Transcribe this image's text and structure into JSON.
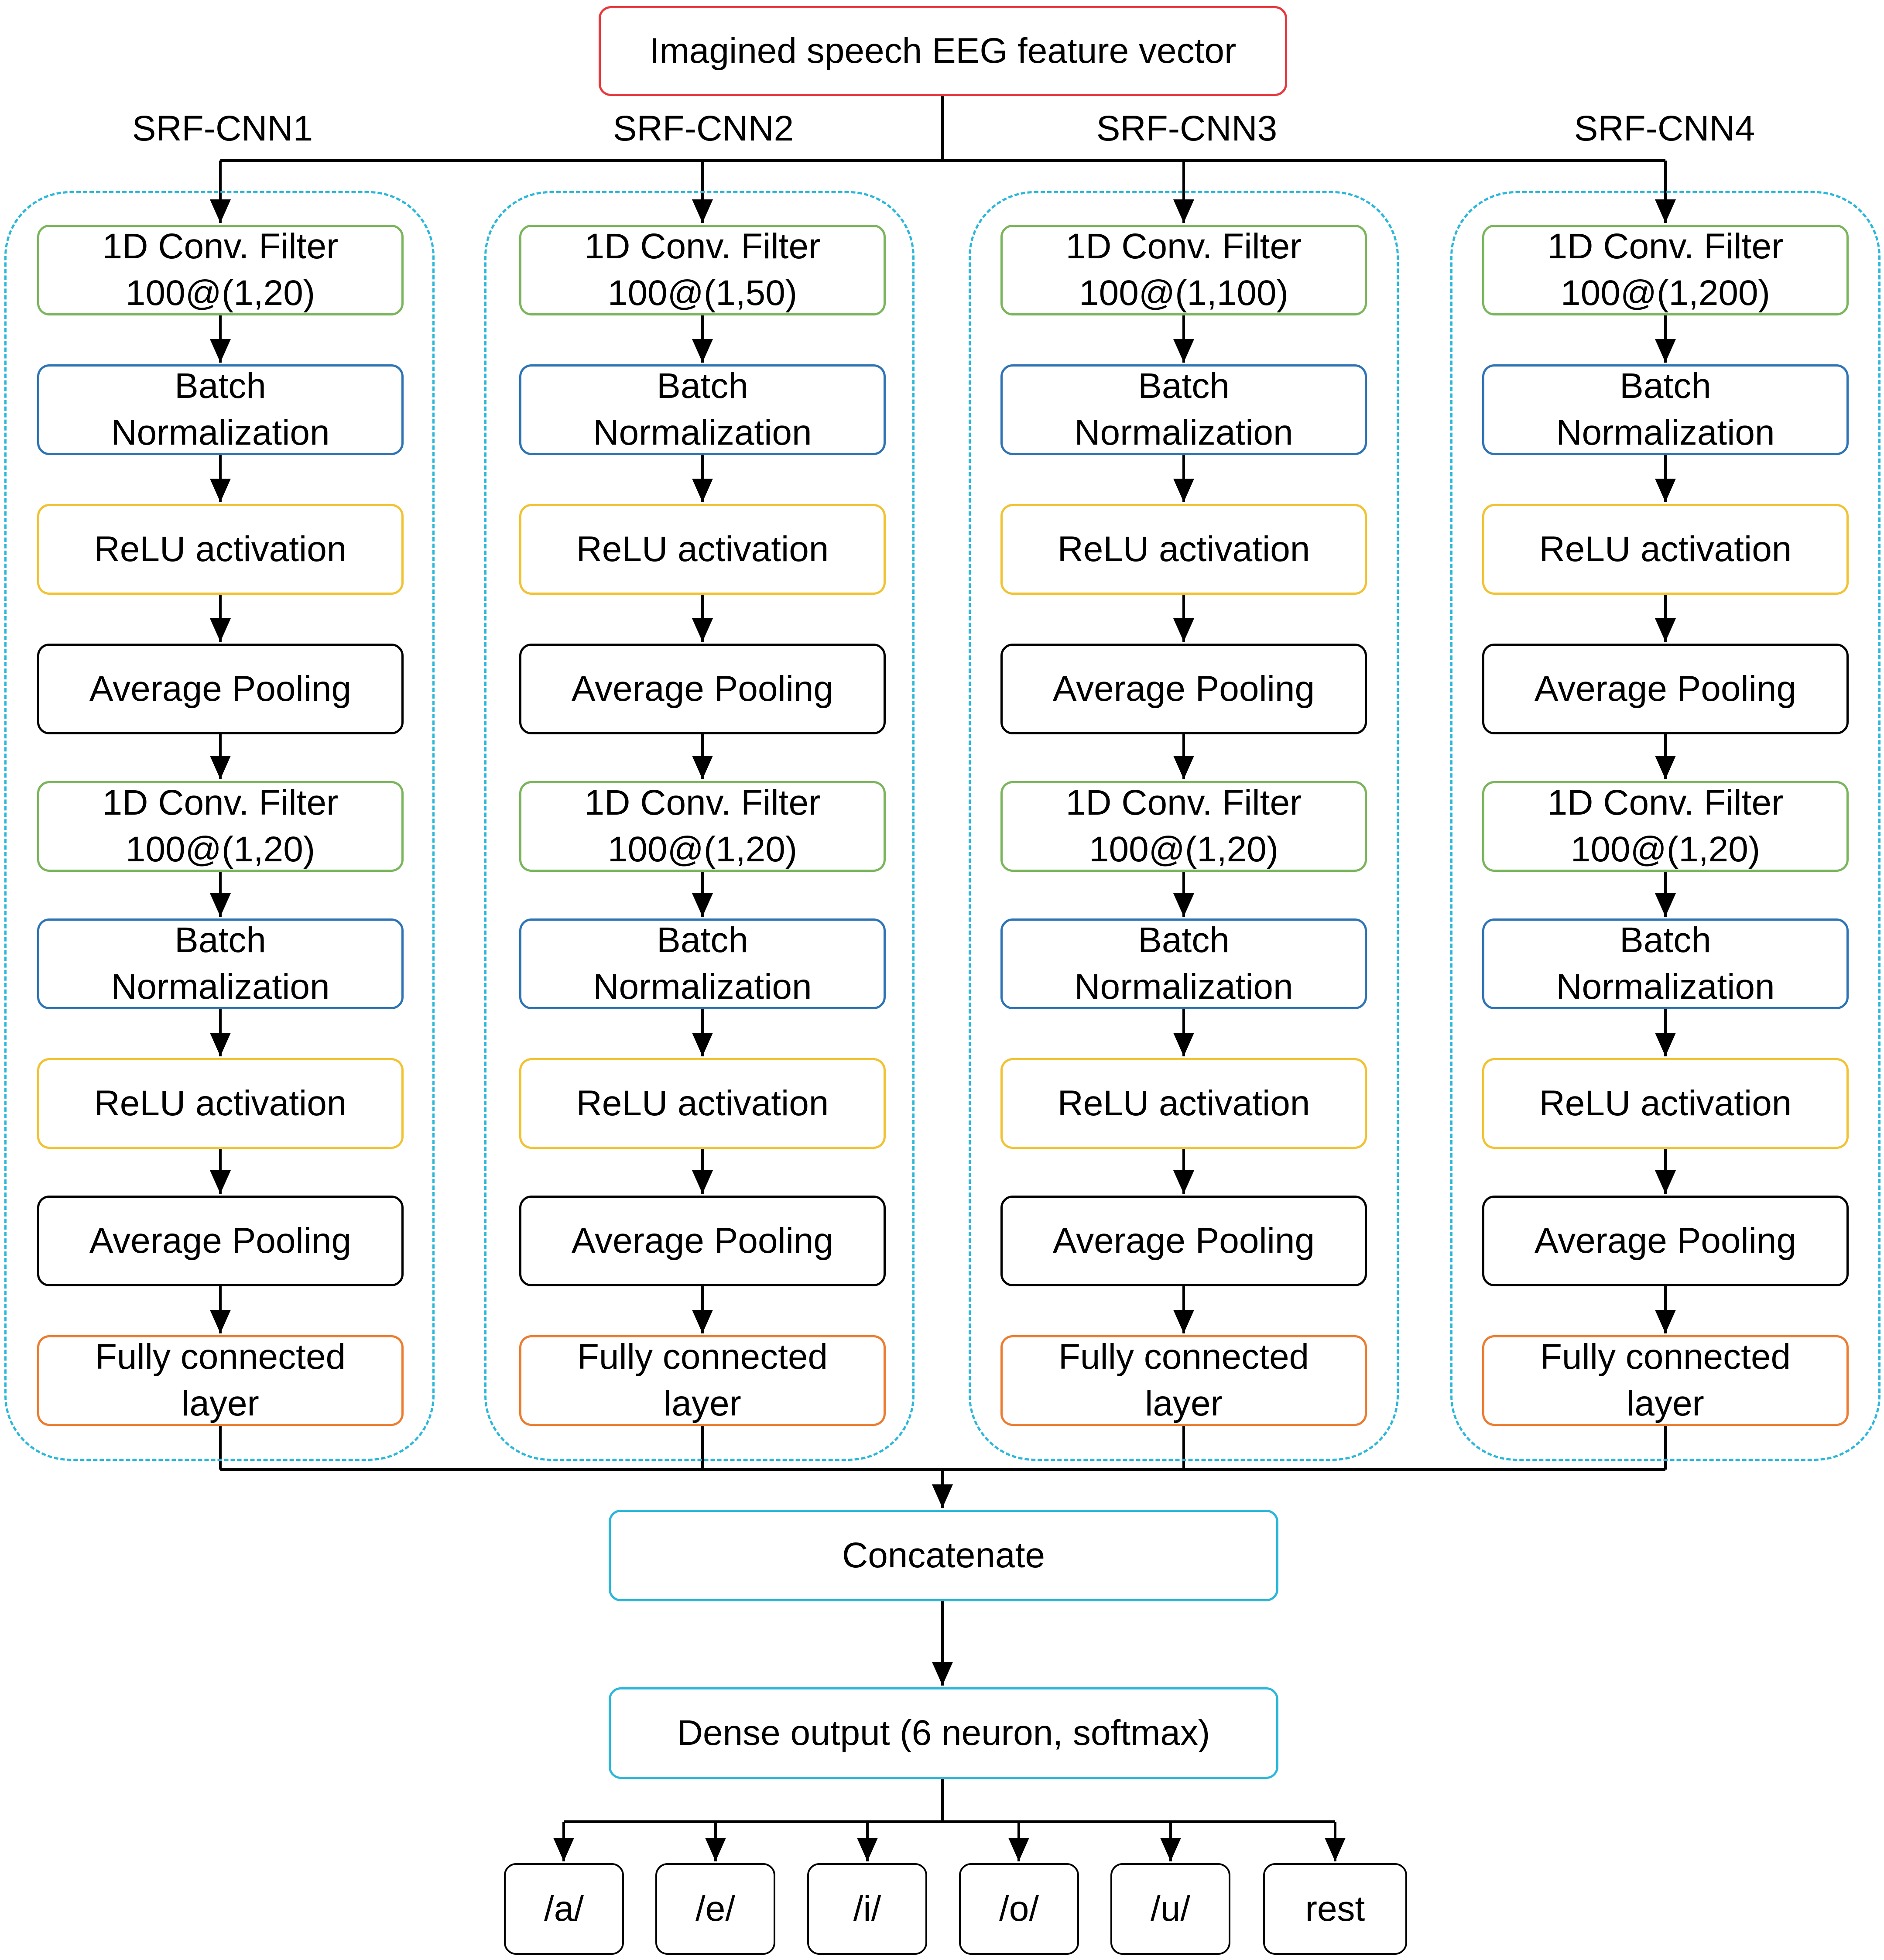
{
  "input": "Imagined speech EEG feature vector",
  "branches": [
    {
      "name": "SRF-CNN1",
      "layers": [
        "1D Conv. Filter\n100@(1,20)",
        "Batch\nNormalization",
        "ReLU activation",
        "Average Pooling",
        "1D Conv. Filter\n100@(1,20)",
        "Batch\nNormalization",
        "ReLU activation",
        "Average Pooling",
        "Fully connected\nlayer"
      ]
    },
    {
      "name": "SRF-CNN2",
      "layers": [
        "1D Conv. Filter\n100@(1,50)",
        "Batch\nNormalization",
        "ReLU activation",
        "Average Pooling",
        "1D Conv. Filter\n100@(1,20)",
        "Batch\nNormalization",
        "ReLU activation",
        "Average Pooling",
        "Fully connected\nlayer"
      ]
    },
    {
      "name": "SRF-CNN3",
      "layers": [
        "1D Conv. Filter\n100@(1,100)",
        "Batch\nNormalization",
        "ReLU activation",
        "Average Pooling",
        "1D Conv. Filter\n100@(1,20)",
        "Batch\nNormalization",
        "ReLU activation",
        "Average Pooling",
        "Fully connected\nlayer"
      ]
    },
    {
      "name": "SRF-CNN4",
      "layers": [
        "1D Conv. Filter\n100@(1,200)",
        "Batch\nNormalization",
        "ReLU activation",
        "Average Pooling",
        "1D Conv. Filter\n100@(1,20)",
        "Batch\nNormalization",
        "ReLU activation",
        "Average Pooling",
        "Fully connected\nlayer"
      ]
    }
  ],
  "concatenate": "Concatenate",
  "dense": "Dense output (6 neuron, softmax)",
  "outputs": [
    "/a/",
    "/e/",
    "/i/",
    "/o/",
    "/u/",
    "rest"
  ],
  "colors": {
    "input": "#e8383d",
    "conv": "#7ab55c",
    "batchnorm": "#2e74b5",
    "relu": "#f1c232",
    "pool": "#000000",
    "fc": "#ec7c30",
    "group": "#2bb7d9"
  }
}
